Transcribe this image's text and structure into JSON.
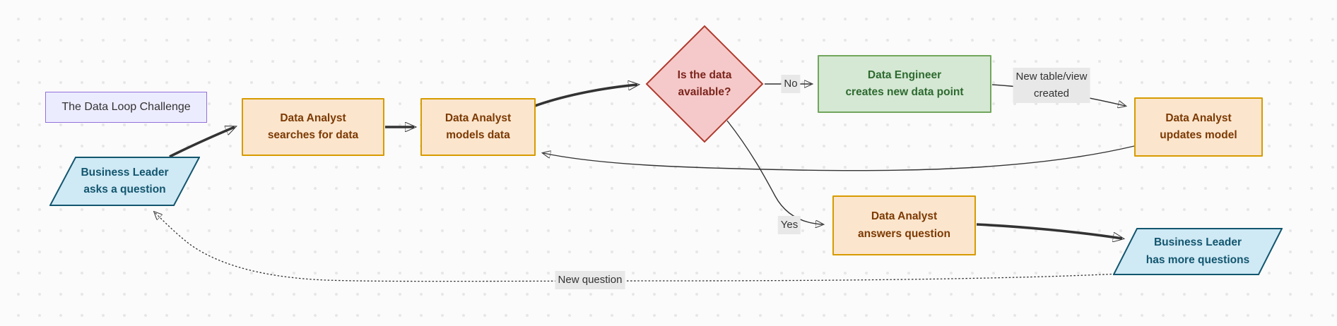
{
  "diagram": {
    "kind": "flowchart",
    "title": "The Data Loop Challenge"
  },
  "nodes": {
    "title": {
      "label": "The Data Loop Challenge"
    },
    "bl_asks": {
      "line1": "Business Leader",
      "line2": "asks a question"
    },
    "searches": {
      "line1": "Data Analyst",
      "line2": "searches for data"
    },
    "models": {
      "line1": "Data Analyst",
      "line2": "models data"
    },
    "decision": {
      "line1": "Is the data",
      "line2": "available?"
    },
    "engineer": {
      "line1": "Data Engineer",
      "line2": "creates new data point"
    },
    "updates": {
      "line1": "Data Analyst",
      "line2": "updates model"
    },
    "answers": {
      "line1": "Data Analyst",
      "line2": "answers question"
    },
    "bl_more": {
      "line1": "Business Leader",
      "line2": "has more questions"
    }
  },
  "edge_labels": {
    "no": "No",
    "yes": "Yes",
    "new_table_line1": "New table/view",
    "new_table_line2": "created",
    "new_question": "New question"
  },
  "colors": {
    "edge_stroke": "#333333",
    "edge_label_bg": "#e8e8e8",
    "title_fill": "#ececff",
    "title_border": "#9370db",
    "orange_fill": "#fbe5cd",
    "orange_border": "#d79b00",
    "orange_text": "#7c3a03",
    "green_fill": "#d5e8d4",
    "green_border": "#71a65c",
    "green_text": "#2d6a2f",
    "blue_fill": "#cfe9f5",
    "blue_border": "#12566e",
    "red_fill": "#f5c9c9",
    "red_border": "#b03a2e",
    "red_text": "#7b241c",
    "canvas_bg": "#fbfbfb",
    "dot_grid": "#e7e7e7"
  }
}
